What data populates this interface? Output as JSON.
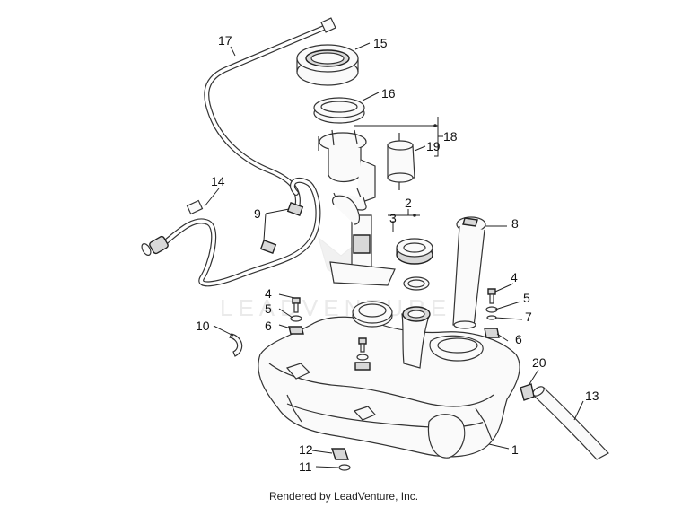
{
  "diagram": {
    "callouts": [
      "1",
      "2",
      "3",
      "4",
      "4",
      "5",
      "5",
      "6",
      "6",
      "7",
      "8",
      "9",
      "10",
      "11",
      "12",
      "13",
      "14",
      "15",
      "16",
      "17",
      "18",
      "19",
      "20"
    ]
  },
  "watermark": "LEADVENTURE",
  "footer": "Rendered by LeadVenture, Inc.",
  "colors": {
    "line": "#333333",
    "fill": "#fafafa",
    "shade": "#d8d8d8",
    "watermark": "#d9d9d9"
  }
}
